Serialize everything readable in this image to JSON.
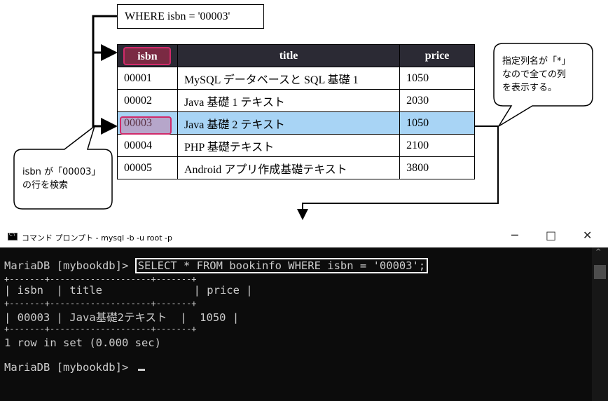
{
  "where_clause": "WHERE isbn = '00003'",
  "table": {
    "headers": [
      "isbn",
      "title",
      "price"
    ],
    "rows": [
      [
        "00001",
        "MySQL データベースと SQL 基礎 1",
        "1050"
      ],
      [
        "00002",
        "Java 基礎 1 テキスト",
        "2030"
      ],
      [
        "00003",
        "Java 基礎 2 テキスト",
        "1050"
      ],
      [
        "00004",
        "PHP 基礎テキスト",
        "2100"
      ],
      [
        "00005",
        "Android アプリ作成基礎テキスト",
        "3800"
      ]
    ],
    "highlight_row": 2,
    "highlight_color": "#a8d4f5",
    "header_color": "#2b2a34"
  },
  "callouts": {
    "left_line1": "isbn が「00003」",
    "left_line2": "の行を検索",
    "right_line1": "指定列名が「*」",
    "right_line2": "なので全ての列",
    "right_line3": "を表示する。"
  },
  "console": {
    "window_title": "コマンド プロンプト - mysql  -b -u root -p",
    "minimize": "─",
    "maximize": "□",
    "close": "✕",
    "prompt": "MariaDB [mybookdb]> ",
    "command": "SELECT * FROM bookinfo WHERE isbn = '00003';",
    "border_line": "+-------+--------------------+-------+",
    "header_line": "| isbn  | title              | price |",
    "data_line": "| 00003 | Java基礎2テキスト  |  1050 |",
    "result_line": "1 row in set (0.000 sec)",
    "prompt2": "MariaDB [mybookdb]> "
  }
}
